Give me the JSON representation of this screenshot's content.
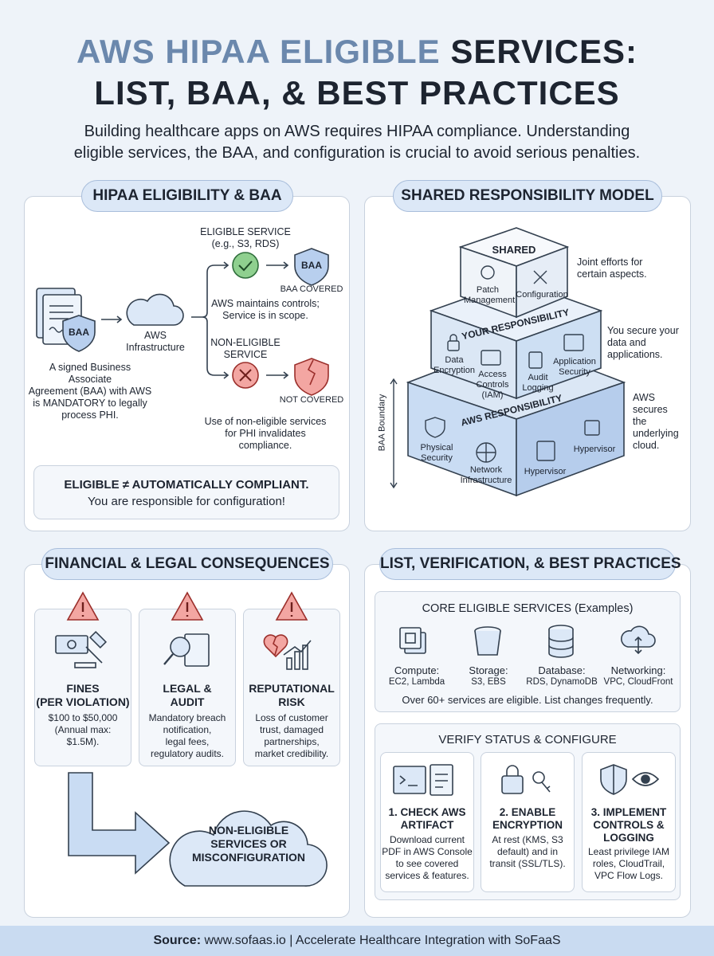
{
  "title": {
    "line1_accent": "AWS HIPAA ELIGIBLE",
    "line1_rest": "SERVICES:",
    "line2": "LIST, BAA, & BEST PRACTICES"
  },
  "subtitle": {
    "line1": "Building healthcare apps on AWS requires HIPAA compliance. Understanding",
    "line2": "eligible services, the BAA, and configuration is crucial to avoid serious penalties."
  },
  "eligibility": {
    "title": "HIPAA ELIGIBILITY & BAA",
    "doc_badge": "BAA",
    "doc_caption": [
      "A signed Business Associate",
      "Agreement (BAA) with AWS",
      "is MANDATORY to legally",
      "process PHI."
    ],
    "cloud_label": [
      "AWS",
      "Infrastructure"
    ],
    "eligible_title": [
      "ELIGIBLE SERVICE",
      "(e.g., S3, RDS)"
    ],
    "shield_badge": "BAA",
    "baa_covered": "BAA COVERED",
    "eligible_desc": [
      "AWS maintains controls;",
      "Service is in scope."
    ],
    "noneligible_title": [
      "NON-ELIGIBLE",
      "SERVICE"
    ],
    "not_covered": "NOT COVERED",
    "noneligible_desc": [
      "Use of non-eligible services",
      "for PHI invalidates",
      "compliance."
    ],
    "note_line1": "ELIGIBLE ≠ AUTOMATICALLY COMPLIANT.",
    "note_line2": "You are responsible for configuration!"
  },
  "shared": {
    "title": "SHARED RESPONSIBILITY MODEL",
    "top_label": "SHARED",
    "top_items": [
      [
        "Patch",
        "Management"
      ],
      [
        "Configuration"
      ]
    ],
    "top_note": [
      "Joint efforts for",
      "certain aspects."
    ],
    "mid_label": "YOUR RESPONSIBILITY",
    "mid_items": [
      [
        "Data",
        "Encryption"
      ],
      [
        "Access",
        "Controls",
        "(IAM)"
      ],
      [
        "Audit",
        "Logging"
      ],
      [
        "Application",
        "Security"
      ]
    ],
    "mid_note": [
      "You secure your",
      "data and",
      "applications."
    ],
    "base_label": "AWS RESPONSIBILITY",
    "base_items": [
      [
        "Physical",
        "Security"
      ],
      [
        "Network",
        "Infrastructure"
      ],
      [
        "Hypervisor"
      ],
      [
        "Hypervisor"
      ]
    ],
    "base_note": [
      "AWS",
      "secures",
      "the",
      "underlying",
      "cloud."
    ],
    "boundary": "BAA Boundary"
  },
  "consequences": {
    "title": "FINANCIAL & LEGAL CONSEQUENCES",
    "cards": [
      {
        "title": [
          "FINES",
          "(PER VIOLATION)"
        ],
        "desc": [
          "$100 to $50,000",
          "(Annual max:",
          "$1.5M)."
        ]
      },
      {
        "title": [
          "LEGAL &",
          "AUDIT"
        ],
        "desc": [
          "Mandatory breach",
          "notification,",
          "legal fees,",
          "regulatory audits."
        ]
      },
      {
        "title": [
          "REPUTATIONAL",
          "RISK"
        ],
        "desc": [
          "Loss of customer",
          "trust, damaged",
          "partnerships,",
          "market credibility."
        ]
      }
    ],
    "cloud_text": [
      "NON-ELIGIBLE",
      "SERVICES OR",
      "MISCONFIGURATION"
    ]
  },
  "best": {
    "title": "LIST, VERIFICATION, & BEST PRACTICES",
    "core_title": "CORE ELIGIBLE SERVICES (Examples)",
    "services": [
      {
        "name": "Compute:",
        "items": "EC2, Lambda"
      },
      {
        "name": "Storage:",
        "items": "S3, EBS"
      },
      {
        "name": "Database:",
        "items": "RDS, DynamoDB"
      },
      {
        "name": "Networking:",
        "items": "VPC, CloudFront"
      }
    ],
    "core_note": "Over 60+ services are eligible. List changes frequently.",
    "verify_title": "VERIFY STATUS & CONFIGURE",
    "steps": [
      {
        "title": [
          "1. CHECK AWS",
          "ARTIFACT"
        ],
        "desc": [
          "Download current",
          "PDF in AWS Console",
          "to see covered",
          "services & features."
        ]
      },
      {
        "title": [
          "2. ENABLE",
          "ENCRYPTION"
        ],
        "desc": [
          "At rest (KMS, S3",
          "default) and in",
          "transit (SSL/TLS)."
        ]
      },
      {
        "title": [
          "3. IMPLEMENT",
          "CONTROLS &",
          "LOGGING"
        ],
        "desc": [
          "Least privilege IAM",
          "roles, CloudTrail,",
          "VPC Flow Logs."
        ]
      }
    ]
  },
  "footer": {
    "label": "Source:",
    "text": " www.sofaas.io | Accelerate Healthcare Integration with SoFaaS"
  },
  "colors": {
    "accent": "#6b88ad",
    "panel_title_bg": "#dce8f7",
    "ok": "#3aa655",
    "bad": "#e0524c",
    "cube_blue": "#c9dcf3"
  }
}
